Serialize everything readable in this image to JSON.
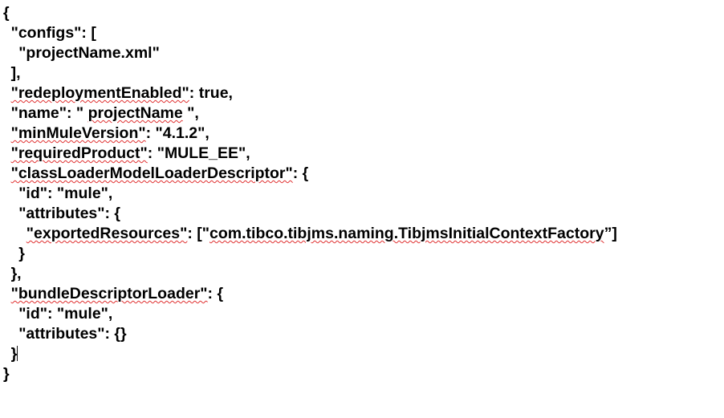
{
  "document": {
    "kind": "json-source-text",
    "background_color": "#ffffff",
    "text_color": "#000000",
    "spellcheck_underline_color": "#e03030",
    "caret_color": "#101010",
    "font_weight": "bold",
    "full_text": "{\n  \"configs\": [\n    \"projectName.xml\"\n  ],\n  \"redeploymentEnabled\": true,\n  \"name\": \" projectName \",\n  \"minMuleVersion\": \"4.1.2\",\n  \"requiredProduct\": \"MULE_EE\",\n  \"classLoaderModelLoaderDescriptor\": {\n    \"id\": \"mule\",\n    \"attributes\": {\n      \"exportedResources\": [\"com.tibco.tibjms.naming.TibjmsInitialContextFactory\"]\n    }\n  },\n  \"bundleDescriptorLoader\": {\n    \"id\": \"mule\",\n    \"attributes\": {}\n  }\n}"
  },
  "lines": [
    {
      "indent": 0,
      "segments": [
        {
          "text": "{",
          "spell": false
        }
      ]
    },
    {
      "indent": 1,
      "segments": [
        {
          "text": "\"configs\": [",
          "spell": false
        }
      ]
    },
    {
      "indent": 2,
      "segments": [
        {
          "text": "\"projectName.xml\"",
          "spell": false
        }
      ]
    },
    {
      "indent": 1,
      "segments": [
        {
          "text": "],",
          "spell": false
        }
      ]
    },
    {
      "indent": 1,
      "segments": [
        {
          "text": "\"redeploymentEnabled\"",
          "spell": true
        },
        {
          "text": ": true,",
          "spell": false
        }
      ]
    },
    {
      "indent": 1,
      "segments": [
        {
          "text": "\"name\": \" ",
          "spell": false
        },
        {
          "text": "projectName",
          "spell": true
        },
        {
          "text": " \",",
          "spell": false
        }
      ]
    },
    {
      "indent": 1,
      "segments": [
        {
          "text": "\"minMuleVersion\"",
          "spell": true
        },
        {
          "text": ": \"4.1.2\",",
          "spell": false
        }
      ]
    },
    {
      "indent": 1,
      "segments": [
        {
          "text": "\"requiredProduct\"",
          "spell": true
        },
        {
          "text": ": \"MULE_EE\",",
          "spell": false
        }
      ]
    },
    {
      "indent": 1,
      "segments": [
        {
          "text": "\"classLoaderModelLoaderDescriptor\"",
          "spell": true
        },
        {
          "text": ": {",
          "spell": false
        }
      ]
    },
    {
      "indent": 2,
      "segments": [
        {
          "text": "\"id\": \"mule\",",
          "spell": false
        }
      ]
    },
    {
      "indent": 2,
      "segments": [
        {
          "text": "\"attributes\": {",
          "spell": false
        }
      ]
    },
    {
      "indent": 3,
      "segments": [
        {
          "text": "\"exportedResources\"",
          "spell": true
        },
        {
          "text": ": [\"",
          "spell": false
        },
        {
          "text": "com.tibco.tibjms.naming.TibjmsInitialContextFactory",
          "spell": true
        },
        {
          "text": "”]",
          "spell": false
        }
      ]
    },
    {
      "indent": 2,
      "segments": [
        {
          "text": "}",
          "spell": false
        }
      ]
    },
    {
      "indent": 1,
      "segments": [
        {
          "text": "},",
          "spell": false
        }
      ]
    },
    {
      "indent": 1,
      "segments": [
        {
          "text": "\"bundleDescriptorLoader\"",
          "spell": true
        },
        {
          "text": ": {",
          "spell": false
        }
      ]
    },
    {
      "indent": 2,
      "segments": [
        {
          "text": "\"id\": \"mule\",",
          "spell": false
        }
      ]
    },
    {
      "indent": 2,
      "segments": [
        {
          "text": "\"attributes\": {}",
          "spell": false
        }
      ]
    },
    {
      "indent": 1,
      "segments": [
        {
          "text": "}",
          "spell": false
        }
      ],
      "caret_after": true
    },
    {
      "indent": 0,
      "segments": [
        {
          "text": "}",
          "spell": false
        }
      ]
    }
  ]
}
